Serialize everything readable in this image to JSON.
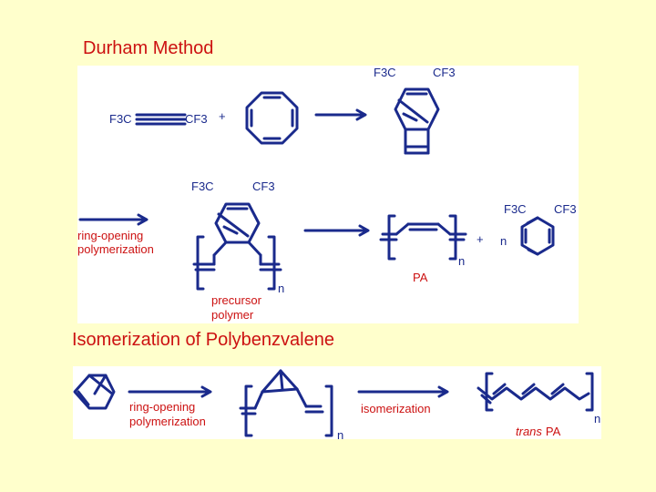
{
  "titles": {
    "durham": "Durham Method",
    "isomerization": "Isomerization of Polybenzvalene"
  },
  "scheme1": {
    "reactant1_left": "F3C",
    "reactant1_right": "CF3",
    "plus1": "+",
    "product1_left": "F3C",
    "product1_right": "CF3",
    "arrow_label_line1": "ring-opening",
    "arrow_label_line2": "polymerization",
    "polymer_left": "F3C",
    "polymer_right": "CF3",
    "repeat_n1": "n",
    "precursor_line1": "precursor",
    "precursor_line2": "polymer",
    "repeat_n2": "n",
    "pa_label": "PA",
    "plus2": "+",
    "coef_n": "n",
    "byproduct_left": "F3C",
    "byproduct_right": "CF3"
  },
  "scheme2": {
    "arrow1_label_line1": "ring-opening",
    "arrow1_label_line2": "polymerization",
    "repeat_n1": "n",
    "arrow2_label": "isomerization",
    "repeat_n2": "n",
    "product_italic": "trans",
    "product_label": "PA"
  },
  "colors": {
    "background": "#ffffcc",
    "title": "#cc1111",
    "bond": "#1a2a8c",
    "label": "#cc1111"
  }
}
